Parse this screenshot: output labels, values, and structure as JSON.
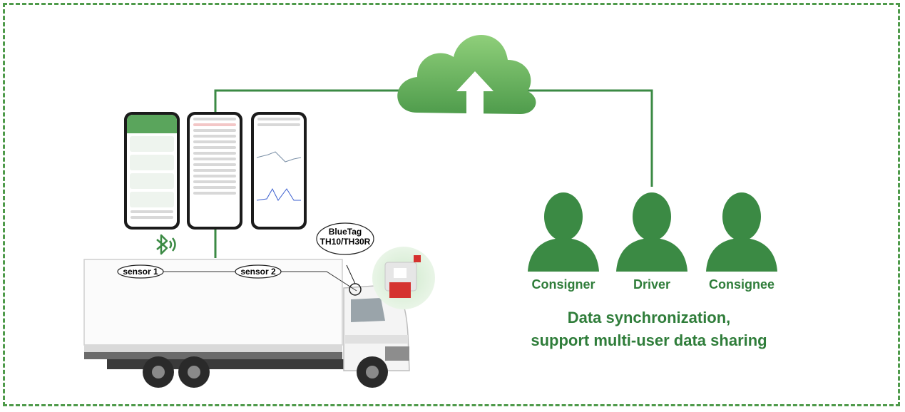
{
  "users": [
    {
      "label": "Consigner"
    },
    {
      "label": "Driver"
    },
    {
      "label": "Consignee"
    }
  ],
  "caption": {
    "line1": "Data synchronization,",
    "line2": "support multi-user data sharing"
  },
  "truck": {
    "sensor1": "sensor 1",
    "sensor2": "sensor 2",
    "device_line1": "BlueTag",
    "device_line2": "TH10/TH30R"
  },
  "colors": {
    "accent": "#3b8a44",
    "border": "#4e9a4a",
    "cloud": "#6cb35f",
    "text": "#2f7d3a"
  }
}
